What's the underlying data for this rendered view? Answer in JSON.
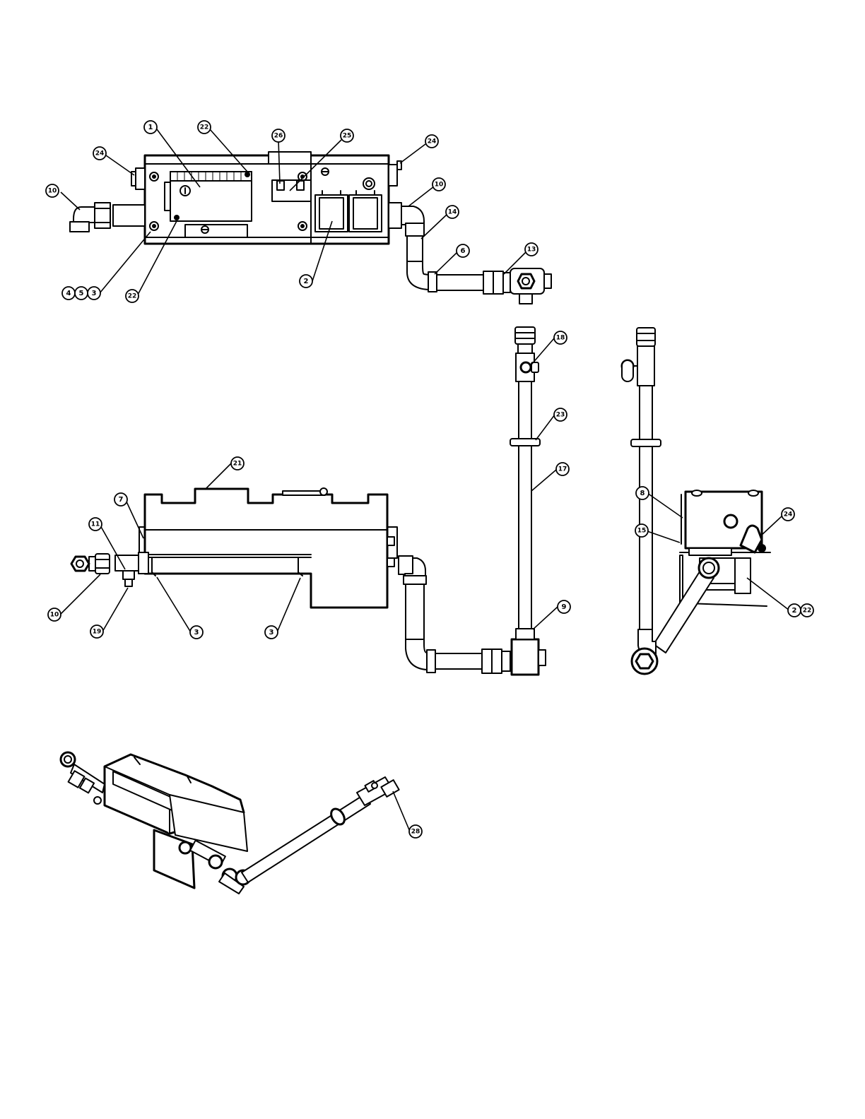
{
  "callouts": {
    "top_view": [
      "1",
      "22",
      "26",
      "25",
      "24",
      "24",
      "10",
      "10",
      "14",
      "6",
      "13",
      "2",
      "4",
      "5",
      "3",
      "22"
    ],
    "front_view": [
      "21",
      "7",
      "11",
      "10",
      "19",
      "3",
      "3",
      "18",
      "23",
      "17",
      "9"
    ],
    "side_view": [
      "8",
      "15",
      "24",
      "2",
      "22"
    ],
    "iso_view": [
      "28"
    ]
  }
}
